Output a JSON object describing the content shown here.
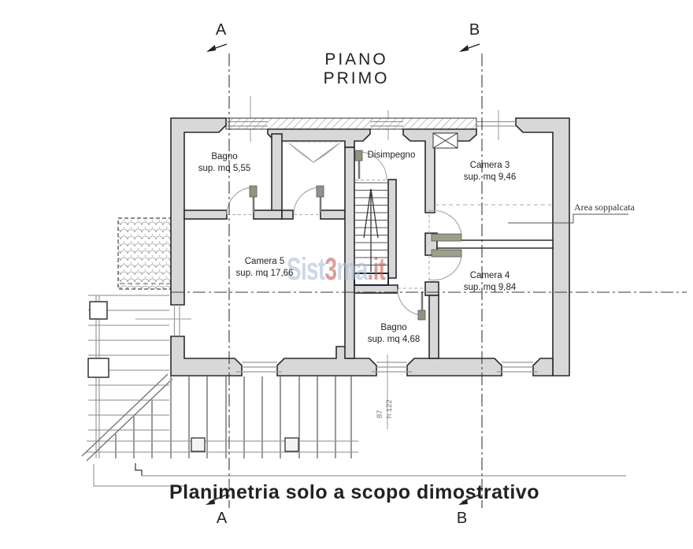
{
  "title": "PIANO PRIMO",
  "caption": "Planimetria solo a scopo dimostrativo",
  "sections": {
    "top_a": "A",
    "top_b": "B",
    "bottom_a": "A",
    "bottom_b": "B"
  },
  "rooms": [
    {
      "name": "Bagno",
      "area": "sup. mq 5,55"
    },
    {
      "name": "Disimpegno",
      "area": ""
    },
    {
      "name": "Camera 3",
      "area": "sup. mq 9,46"
    },
    {
      "name": "Camera 5",
      "area": "sup. mq 17,66"
    },
    {
      "name": "Camera 4",
      "area": "sup. mq 9,84"
    },
    {
      "name": "Bagno",
      "area": "sup. mq 4,68"
    }
  ],
  "annotations": {
    "area_soppalcata": "Area soppalcata",
    "dim_width": "87",
    "dim_height": "h 122"
  },
  "watermark": {
    "part1": "Sist",
    "part2": "3",
    "part3": "ma",
    "part4": ".it"
  },
  "colors": {
    "wall_fill": "#d8d8d8",
    "line": "#2a2a2a",
    "detail_gray": "#999999",
    "watermark_blue": "#a9bdd8",
    "watermark_red": "#c4574e"
  }
}
